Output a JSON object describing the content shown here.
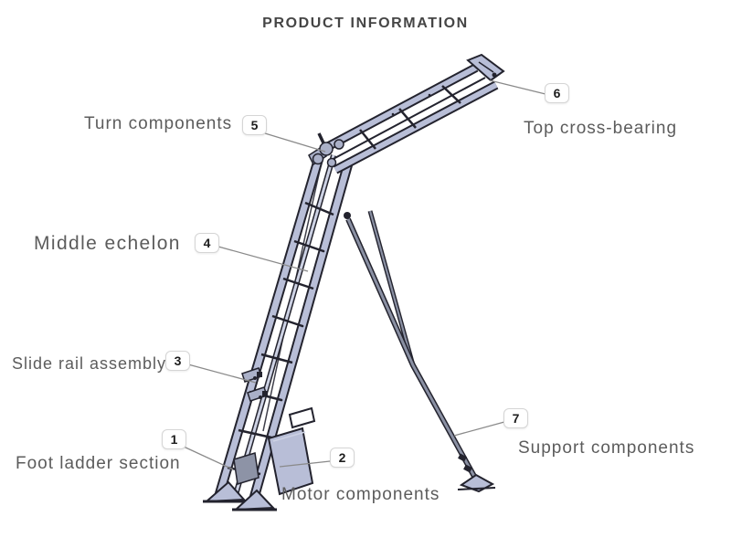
{
  "title": "PRODUCT INFORMATION",
  "colors": {
    "background": "#ffffff",
    "title_text": "#454545",
    "label_text": "#5c5c5c",
    "badge_border": "#d5d5d5",
    "badge_text": "#1d1d1d",
    "leader_line": "#8a8a8a",
    "ladder_outline": "#23232e",
    "ladder_fill": "#b8bed7",
    "ladder_fill_light": "#cdd2e4",
    "bracket_fill": "#aab0c8",
    "darkbox_fill": "#8d93a6",
    "support_fill": "#8a90a3"
  },
  "labels": [
    {
      "badge": "1",
      "text": "Foot ladder section"
    },
    {
      "badge": "2",
      "text": "Motor components"
    },
    {
      "badge": "3",
      "text": "Slide rail assembly"
    },
    {
      "badge": "4",
      "text": "Middle echelon"
    },
    {
      "badge": "5",
      "text": "Turn components"
    },
    {
      "badge": "6",
      "text": "Top cross-bearing"
    },
    {
      "badge": "7",
      "text": "Support components"
    }
  ]
}
